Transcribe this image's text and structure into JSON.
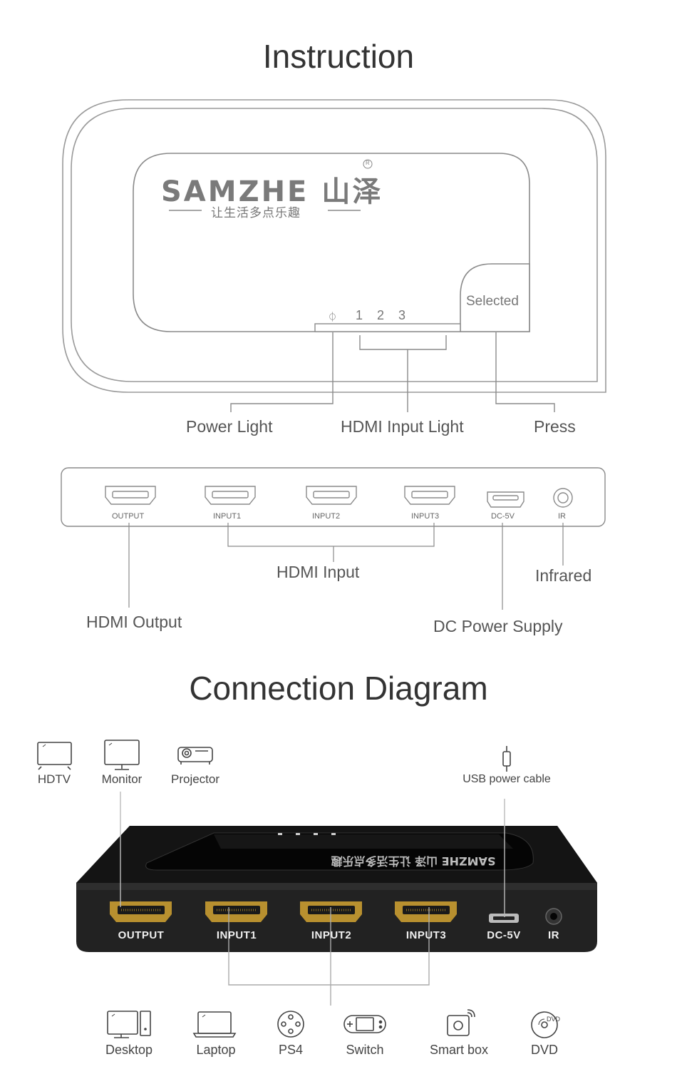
{
  "instruction": {
    "title": "Instruction",
    "brand_en": "SAMZHE",
    "brand_cn": "山泽",
    "registered": "R",
    "slogan": "让生活多点乐趣",
    "power_symbol": "⏀",
    "leds": [
      "1",
      "2",
      "3"
    ],
    "button_label": "Selected",
    "callouts": {
      "power_light": "Power Light",
      "hdmi_input_light": "HDMI Input Light",
      "press": "Press"
    }
  },
  "rear_panel": {
    "ports": [
      "OUTPUT",
      "INPUT1",
      "INPUT2",
      "INPUT3",
      "DC-5V",
      "IR"
    ],
    "callouts": {
      "hdmi_input": "HDMI Input",
      "infrared": "Infrared",
      "hdmi_output": "HDMI Output",
      "dc_power_supply": "DC Power Supply"
    }
  },
  "connection": {
    "title": "Connection Diagram",
    "displays": [
      "HDTV",
      "Monitor",
      "Projector"
    ],
    "power": "USB power cable",
    "device_ports": [
      "OUTPUT",
      "INPUT1",
      "INPUT2",
      "INPUT3",
      "DC-5V",
      "IR"
    ],
    "sources": [
      "Desktop",
      "Laptop",
      "PS4",
      "Switch",
      "Smart box",
      "DVD"
    ],
    "dvd_badge": "DVD"
  },
  "colors": {
    "line": "#9a9a9a",
    "text": "#444444",
    "device": "#1c1c1c",
    "port_gold": "#c9a246"
  }
}
